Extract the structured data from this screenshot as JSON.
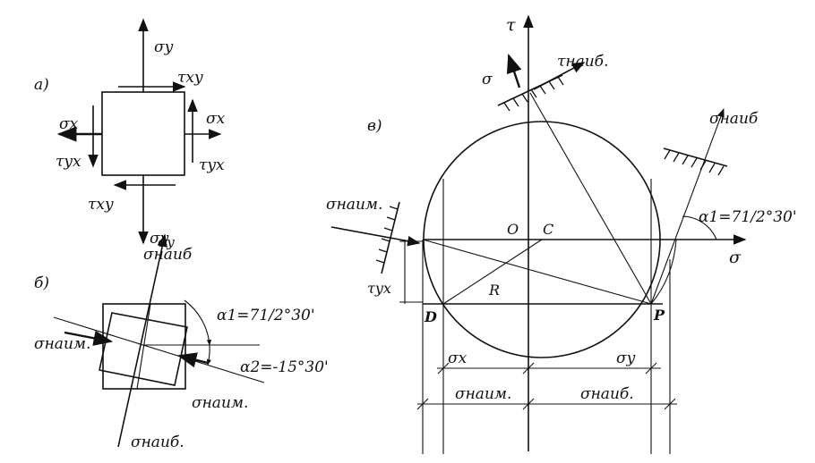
{
  "panel_a": {
    "label": "а)",
    "sigma_y_top": "σy",
    "sigma_y_bottom": "σy",
    "sigma_x_left": "σx",
    "sigma_x_right": "σx",
    "tau_xy_top": "τxy",
    "tau_xy_bottom": "τxy",
    "tau_yx_left": "τyx",
    "tau_yx_right": "τyx"
  },
  "panel_b": {
    "label": "б)",
    "sigma_max_top": "σнаиб",
    "sigma_max_bottom": "σнаиб.",
    "sigma_min_left": "σнаим.",
    "sigma_min_right": "σнаим.",
    "sigma_y": "σy",
    "alpha1": "α1=71/2°30'",
    "alpha2": "α2=-15°30'"
  },
  "panel_c": {
    "label": "в)",
    "tau_axis": "τ",
    "sigma_axis": "σ",
    "origin": "O",
    "center": "C",
    "radius": "R",
    "point_d": "D",
    "point_p": "P",
    "sigma_pole": "σ",
    "tau_max": "τнаиб.",
    "sigma_max": "σнаиб",
    "sigma_min": "σнаим.",
    "tau_yx": "τyx",
    "alpha1": "α1=71/2°30'",
    "dim_sigma_x": "σx",
    "dim_sigma_y": "σy",
    "dim_sigma_min": "σнаим.",
    "dim_sigma_max": "σнаиб."
  }
}
